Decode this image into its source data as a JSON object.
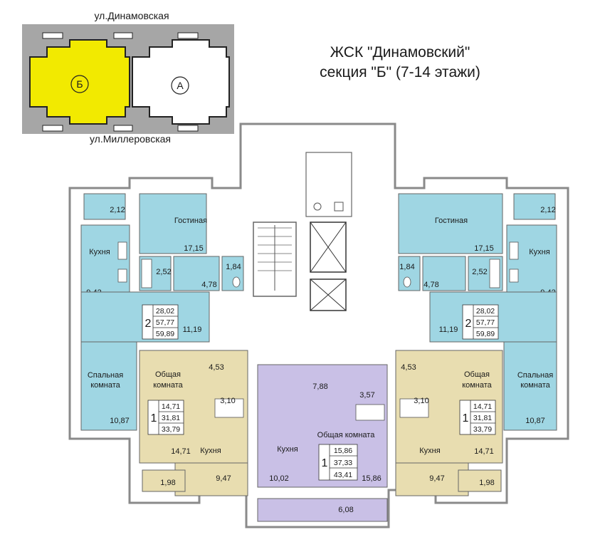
{
  "title": {
    "line1": "ЖСК \"Динамовский\"",
    "line2": "секция \"Б\"  (7-14 этажи)"
  },
  "key_plan": {
    "street_top": "ул.Динамовская",
    "street_bottom": "ул.Миллеровская",
    "section_b": "Б",
    "section_a": "А",
    "highlight_color": "#f2ea00"
  },
  "colors": {
    "two_room": "#9fd6e3",
    "one_room_side": "#e8ddb0",
    "one_room_center": "#c9c0e6",
    "wall": "#8a8a8a"
  },
  "apartments": {
    "left2": {
      "rooms": {
        "living": "Гостиная",
        "kitchen": "Кухня",
        "bedroom_l1": "Спальная",
        "bedroom_l2": "комната"
      },
      "areas": {
        "balcony": "2,12",
        "living": "17,15",
        "kitchen": "9,42",
        "bath": "2,52",
        "wc": "1,84",
        "hall_small": "4,78",
        "hall": "11,19",
        "bedroom": "10,87"
      },
      "rooms_count": "2",
      "box": [
        "28,02",
        "57,77",
        "59,89"
      ]
    },
    "right2": {
      "rooms": {
        "living": "Гостиная",
        "kitchen": "Кухня",
        "bedroom_l1": "Спальная",
        "bedroom_l2": "комната"
      },
      "areas": {
        "balcony": "2,12",
        "living": "17,15",
        "kitchen": "9,42",
        "bath": "2,52",
        "wc": "1,84",
        "hall_small": "4,78",
        "hall": "11,19",
        "bedroom": "10,87"
      },
      "rooms_count": "2",
      "box": [
        "28,02",
        "57,77",
        "59,89"
      ]
    },
    "left1": {
      "rooms": {
        "common_l1": "Общая",
        "common_l2": "комната",
        "kitchen": "Кухня"
      },
      "areas": {
        "hall": "4,53",
        "bath": "3,10",
        "common": "14,71",
        "kitchen": "9,47",
        "balcony": "1,98"
      },
      "rooms_count": "1",
      "box": [
        "14,71",
        "31,81",
        "33,79"
      ]
    },
    "right1": {
      "rooms": {
        "common_l1": "Общая",
        "common_l2": "комната",
        "kitchen": "Кухня"
      },
      "areas": {
        "hall": "4,53",
        "bath": "3,10",
        "common": "14,71",
        "kitchen": "9,47",
        "balcony": "1,98"
      },
      "rooms_count": "1",
      "box": [
        "14,71",
        "31,81",
        "33,79"
      ]
    },
    "center1": {
      "rooms": {
        "common": "Общая комната",
        "kitchen": "Кухня"
      },
      "areas": {
        "hall": "7,88",
        "bath": "3,57",
        "kitchen": "10,02",
        "common": "15,86",
        "balcony": "6,08"
      },
      "rooms_count": "1",
      "box": [
        "15,86",
        "37,33",
        "43,41"
      ]
    }
  }
}
